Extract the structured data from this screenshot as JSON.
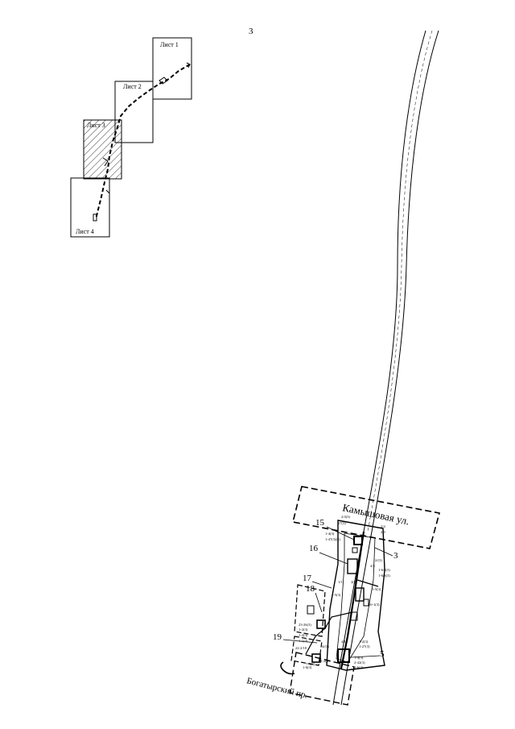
{
  "page_number": "3",
  "key_map": {
    "sheets": [
      {
        "id": "1",
        "label": "Лист 1"
      },
      {
        "id": "2",
        "label": "Лист 2"
      },
      {
        "id": "3",
        "label": "Лист 3",
        "highlighted": true
      },
      {
        "id": "4",
        "label": "Лист 4"
      }
    ]
  },
  "streets": {
    "kamyshovaya": "Камышовая ул.",
    "bogatyrsky": "Богатырский пр."
  },
  "callouts": [
    "15",
    "3",
    "16",
    "17",
    "18",
    "19",
    "5"
  ],
  "small_labels": [
    "2/4(3)",
    "27(3)",
    "2/4",
    "2/5",
    "1-4(3)",
    "1-47(3)(3)",
    "1-6/2(3)",
    "1-6/3(3)",
    "2/(3)",
    "4/3",
    "2(3)",
    "1-5(3)",
    "1-5(3)",
    "16-1(3)",
    "1/1",
    "23-26(3)",
    "1-2(3)",
    "1-2(3)",
    "1-1(3)",
    "22-2/18",
    "4/17",
    "4/(3)",
    "1-2(3)",
    "1-27(3)",
    "1-4(3)",
    "2-42(3)",
    "1-6(3)",
    "7-5(3)",
    "21-2(3)",
    "1-6(3)"
  ],
  "colors": {
    "line": "#000000",
    "background": "#ffffff",
    "hatch": "#000000"
  }
}
